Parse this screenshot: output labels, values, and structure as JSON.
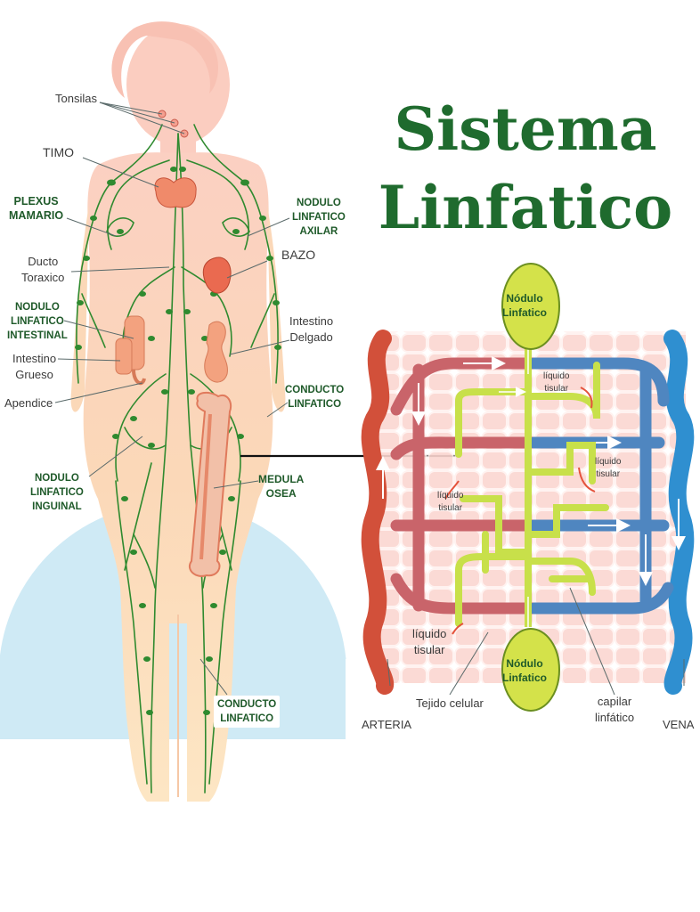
{
  "title": {
    "line1": "Sistema",
    "line2": "Linfatico"
  },
  "labels": {
    "tonsilas": "Tonsilas",
    "timo": "TIMO",
    "plexus": "PLEXUS\nMAMARIO",
    "nodulo_axilar": "NODULO\nLINFATICO\nAXILAR",
    "ducto": "Ducto\nToraxico",
    "bazo": "BAZO",
    "nodulo_intestinal": "NODULO\nLINFATICO\nINTESTINAL",
    "intestino_delgado": "Intestino\nDelgado",
    "intestino_grueso": "Intestino\nGrueso",
    "apendice": "Apendice",
    "conducto_1": "CONDUCTO\nLINFATICO",
    "nodulo_inguinal": "NODULO\nLINFATICO\nINGUINAL",
    "medula": "MEDULA\nOSEA",
    "conducto_2": "CONDUCTO\nLINFATICO"
  },
  "detail": {
    "nodulo_top": "Nódulo\nLinfatico",
    "nodulo_bottom": "Nódulo\nLinfatico",
    "liquido_1": "líquido\ntisular",
    "liquido_2": "líquido\ntisular",
    "liquido_3": "líquido\ntisular",
    "liquido_4": "líquido\ntisular",
    "tejido": "Tejido celular",
    "capilar": "capilar\nlinfático",
    "arteria": "ARTERIA",
    "vena": "VENA"
  },
  "colors": {
    "title": "#1f6b2e",
    "body": "#fbd7c2",
    "lymph": "#2f8a2f",
    "artery": "#d2503a",
    "vein": "#2f8fd0",
    "lymph_capillary": "#c8e04a",
    "node": "#d4e24a",
    "sky": "#cfeaf5"
  }
}
